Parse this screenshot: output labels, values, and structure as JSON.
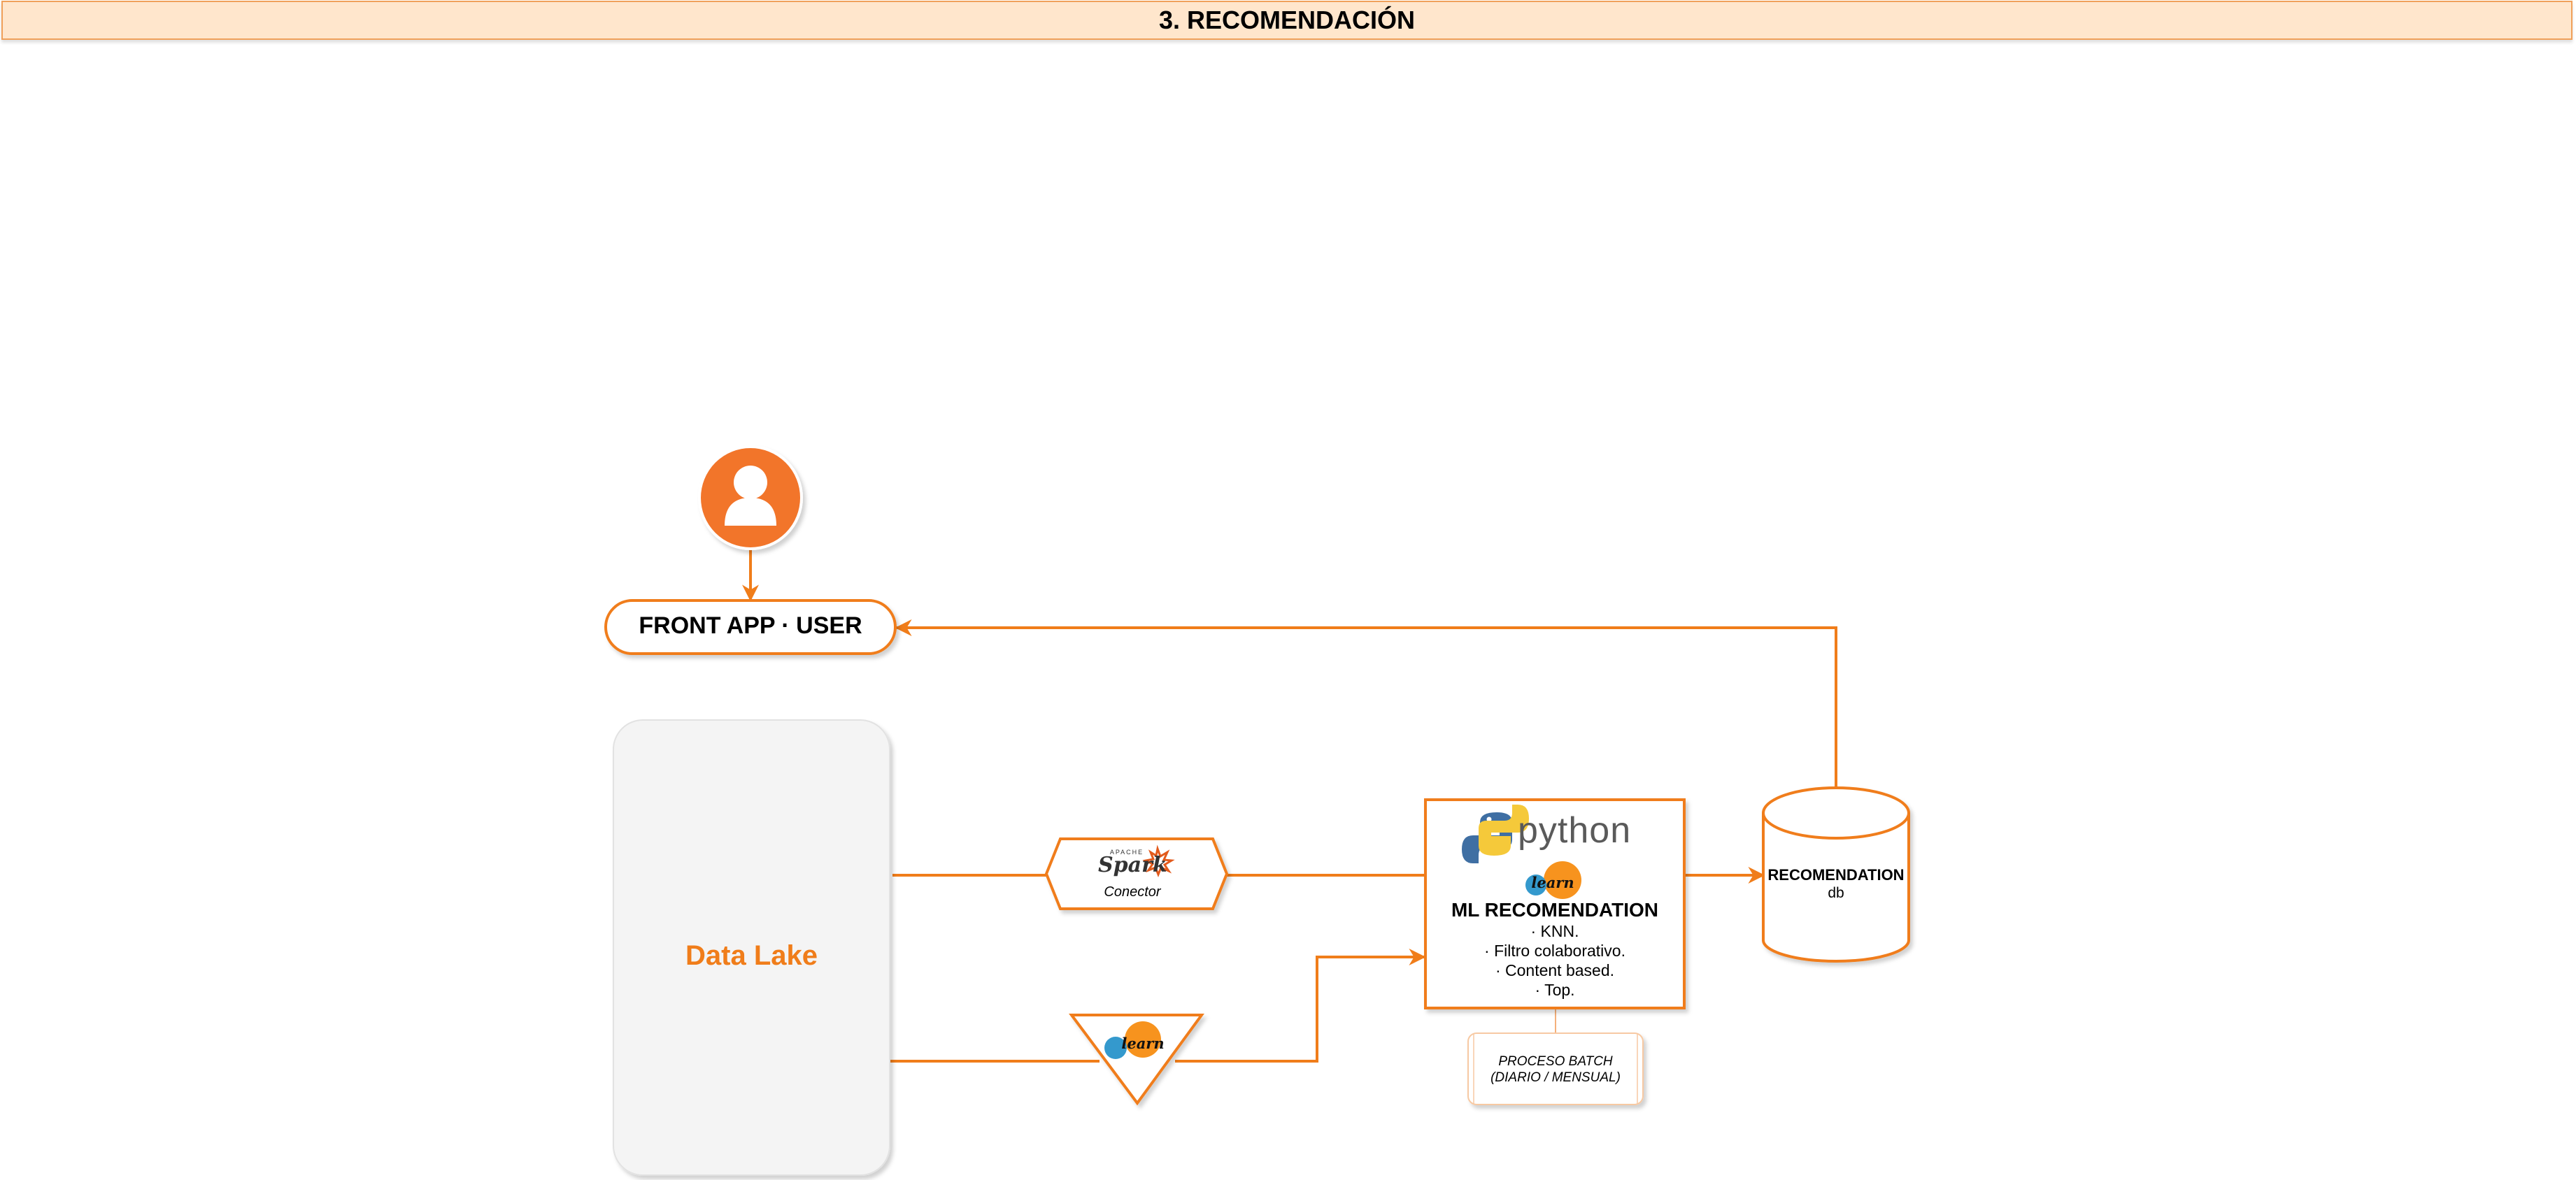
{
  "header": {
    "title": "3. RECOMENDACIÓN"
  },
  "colors": {
    "accent": "#f07d1a",
    "avatar": "#f2752a",
    "title_bg": "#ffe6cc",
    "lake_bg": "#f4f4f4"
  },
  "nodes": {
    "user": {
      "icon": "user-icon"
    },
    "front_app": {
      "label": "FRONT APP · USER"
    },
    "data_lake": {
      "label": "Data Lake"
    },
    "spark": {
      "logo_text": "Spark",
      "logo_small": "APACHE",
      "caption": "Conector"
    },
    "sklearn_batch": {
      "logo_text": "learn"
    },
    "ml": {
      "python_text": "python",
      "sklearn_text": "learn",
      "title": "ML RECOMENDATION",
      "items": [
        "· KNN.",
        "· Filtro colaborativo.",
        "· Content based.",
        "· Top."
      ]
    },
    "batch_note": {
      "line1": "PROCESO BATCH",
      "line2": "(DIARIO / MENSUAL)"
    },
    "recommendation_db": {
      "title": "RECOMENDATION",
      "subtitle": "db"
    }
  }
}
